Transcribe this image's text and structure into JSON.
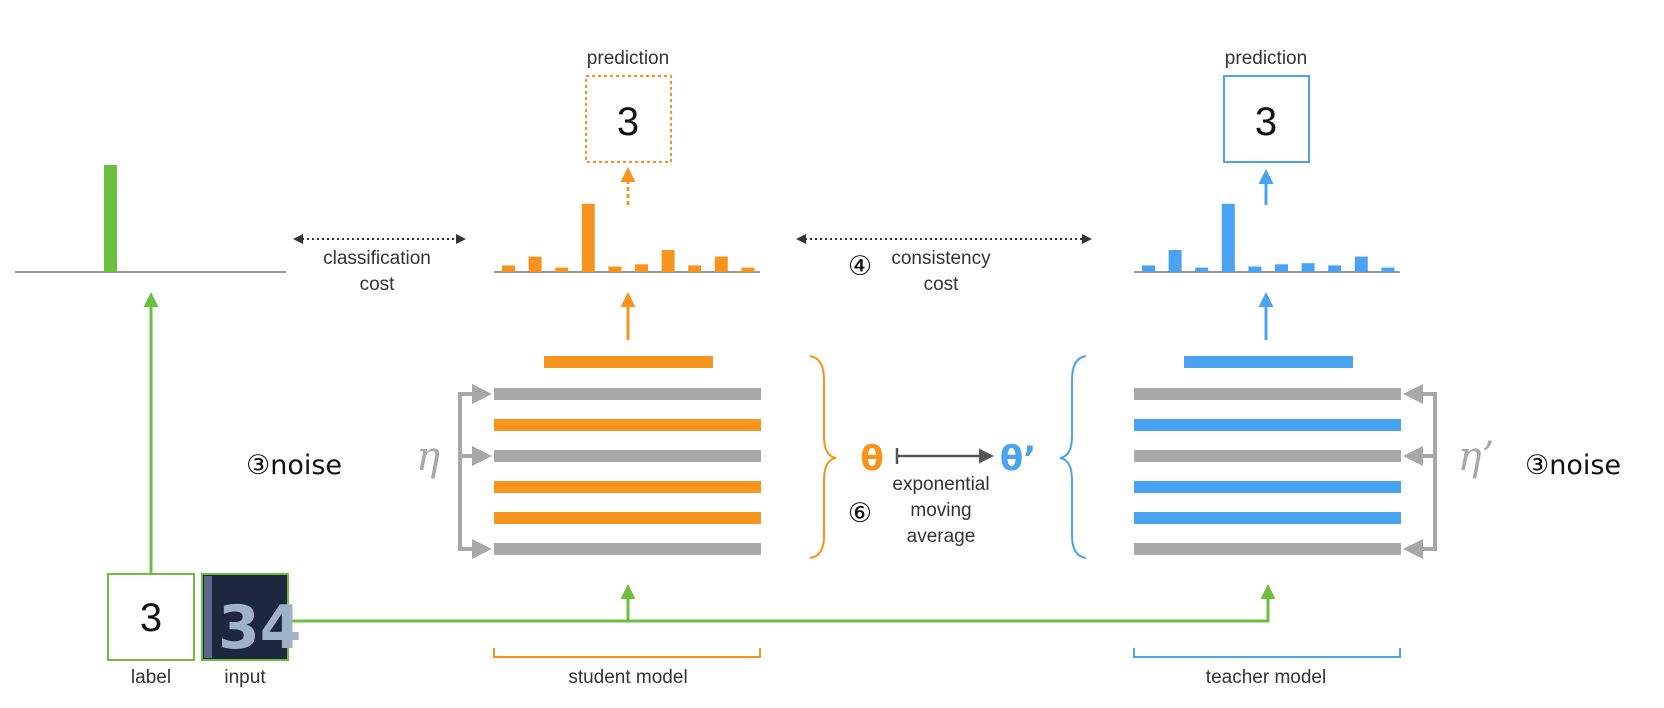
{
  "colors": {
    "student": "#f7941d",
    "teacher": "#4aa3f0",
    "label": "#6abf3c",
    "gray": "#a8a8a8",
    "dark": "#555555",
    "text": "#333333"
  },
  "label_box": {
    "value": "3",
    "caption": "label"
  },
  "input_box": {
    "caption": "input",
    "image_text": "34"
  },
  "student": {
    "prediction_title": "prediction",
    "prediction_value": "3",
    "model_caption": "student model",
    "histogram": [
      0.06,
      0.14,
      0.04,
      0.62,
      0.05,
      0.07,
      0.2,
      0.06,
      0.14,
      0.04
    ],
    "param": "θ",
    "noise_symbol": "η",
    "noise_label": "③noise"
  },
  "teacher": {
    "prediction_title": "prediction",
    "prediction_value": "3",
    "model_caption": "teacher model",
    "histogram": [
      0.06,
      0.2,
      0.04,
      0.62,
      0.05,
      0.07,
      0.08,
      0.06,
      0.14,
      0.04
    ],
    "param": "θ’",
    "noise_symbol": "η’",
    "noise_label": "③noise"
  },
  "label_hist": {
    "peak": 1.0,
    "position": 3.4
  },
  "classification_cost": {
    "line1": "classification",
    "line2": "cost"
  },
  "consistency_cost": {
    "marker": "④",
    "line1": "consistency",
    "line2": "cost"
  },
  "ema": {
    "marker": "⑥",
    "line1": "exponential",
    "line2": "moving",
    "line3": "average"
  }
}
